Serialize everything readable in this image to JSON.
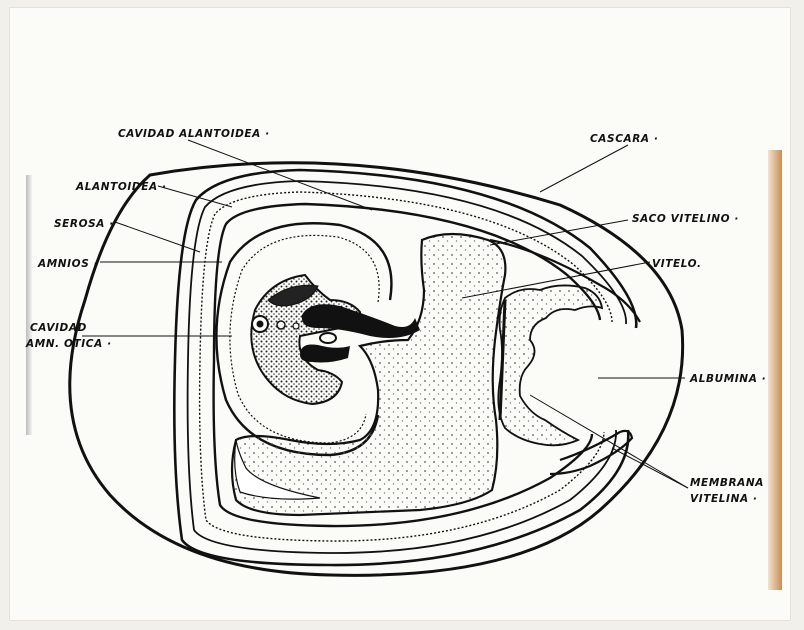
{
  "labels": {
    "cavidad_alantoidea": "CAVIDAD ALANTOIDEA ·",
    "alantoidea": "ALANTOIDEA ·",
    "serosa": "SEROSA ·",
    "amnios": "AMNIOS ·",
    "cavidad_amniotica_1": "CAVIDAD",
    "cavidad_amniotica_2": "AMN. OTICA ·",
    "cascara": "CASCARA ·",
    "saco_vitelino": "SACO VITELINO ·",
    "vitelo": "VITELO.",
    "albumina": "ALBUMINA ·",
    "membrana_vitelina_1": "MEMBRANA",
    "membrana_vitelina_2": "VITELINA ·"
  },
  "colors": {
    "paper": "#fbfbf8",
    "ink": "#111111",
    "edge_tint": "#c98e55"
  }
}
